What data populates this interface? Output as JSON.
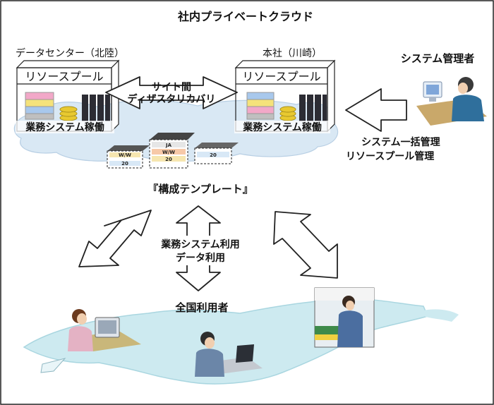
{
  "title": "社内プライベートクラウド",
  "datacenter": {
    "label": "データセンター（北陸）",
    "pool": "リソースプール",
    "system": "業務システム稼働"
  },
  "headoffice": {
    "label": "本社（川崎）",
    "pool": "リソースプール",
    "system": "業務システム稼働"
  },
  "dr_arrow": {
    "line1": "サイト間",
    "line2": "ディザスタリカバリ"
  },
  "admin": {
    "label": "システム管理者",
    "arrow_line1": "システム一括管理",
    "arrow_line2": "リソースプール管理"
  },
  "template_label": "『構成テンプレート』",
  "template_tiles": [
    "JA",
    "W/W",
    "W/W",
    "20",
    "20",
    "20"
  ],
  "center_arrow": {
    "line1": "業務システム利用",
    "line2": "データ利用"
  },
  "users_label": "全国利用者",
  "colors": {
    "cloud": "#d9e8f4",
    "cloud_edge": "#b8cfe4",
    "map": "#cdeaf0",
    "map_edge": "#a9d6e0",
    "stack_pink": "#f2a8c8",
    "stack_yellow": "#f5e27a",
    "stack_blue": "#a8c8ec",
    "coins": "#e8c930",
    "rack": "#2c2c34"
  }
}
